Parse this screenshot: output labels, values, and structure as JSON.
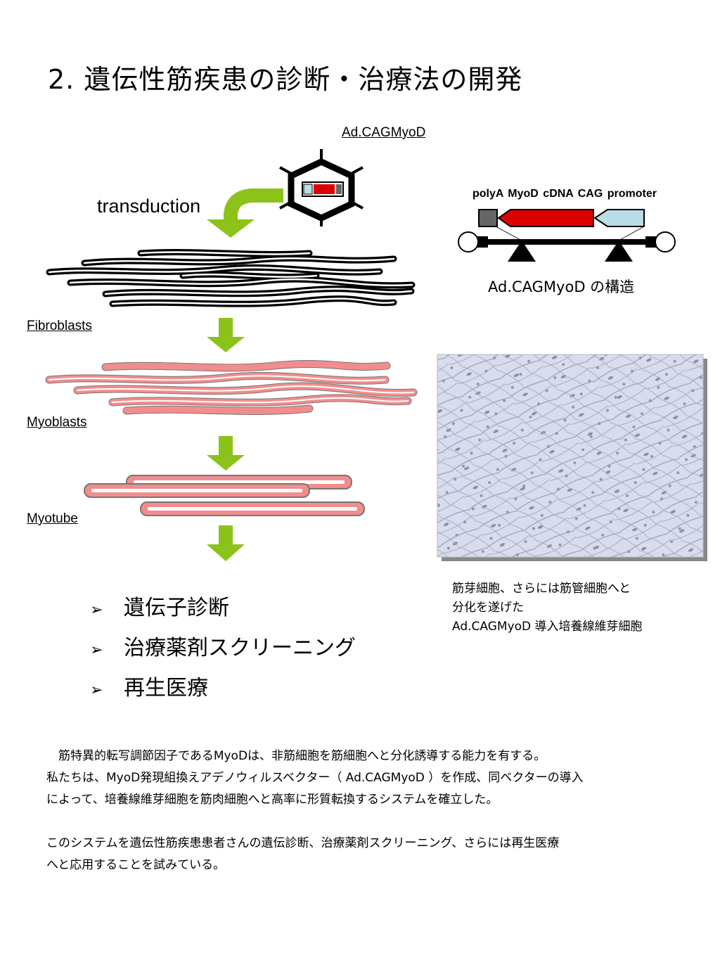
{
  "title": "2.  遺伝性筋疾患の診断・治療法の開発",
  "vector_label": "Ad.CAGMyoD",
  "transduction_label": "transduction",
  "construct": {
    "labels_line": "polyA  MyoD cDNA  CAG promoter",
    "caption": "Ad.CAGMyoD の構造",
    "colors": {
      "polyA": "#666666",
      "myod": "#dd0000",
      "cag": "#b8dde6"
    }
  },
  "stages": {
    "fibroblasts": "Fibroblasts",
    "myoblasts": "Myoblasts",
    "myotube": "Myotube",
    "fibroblast_color": "#000000",
    "myoblast_color": "#f28d8d",
    "arrow_color": "#8cc31a"
  },
  "bullets": {
    "marker": "➢",
    "items": [
      "遺伝子診断",
      "治療薬剤スクリーニング",
      "再生医療"
    ]
  },
  "photo_caption": {
    "line1": "筋芽細胞、さらには筋管細胞へと",
    "line2": "分化を遂げた",
    "line3": "Ad.CAGMyoD 導入培養線維芽細胞"
  },
  "paragraph": {
    "line1": "　筋特異的転写調節因子であるMyoDは、非筋細胞を筋細胞へと分化誘導する能力を有する。",
    "line2": "私たちは、MyoD発現組換えアデノウィルスベクター（ Ad.CAGMyoD ）を作成、同ベクターの導入",
    "line3": "によって、培養線維芽細胞を筋肉細胞へと高率に形質転換するシステムを確立した。",
    "line4": "このシステムを遺伝性筋疾患患者さんの遺伝診断、治療薬剤スクリーニング、さらには再生医療",
    "line5": "へと応用することを試みている。"
  }
}
